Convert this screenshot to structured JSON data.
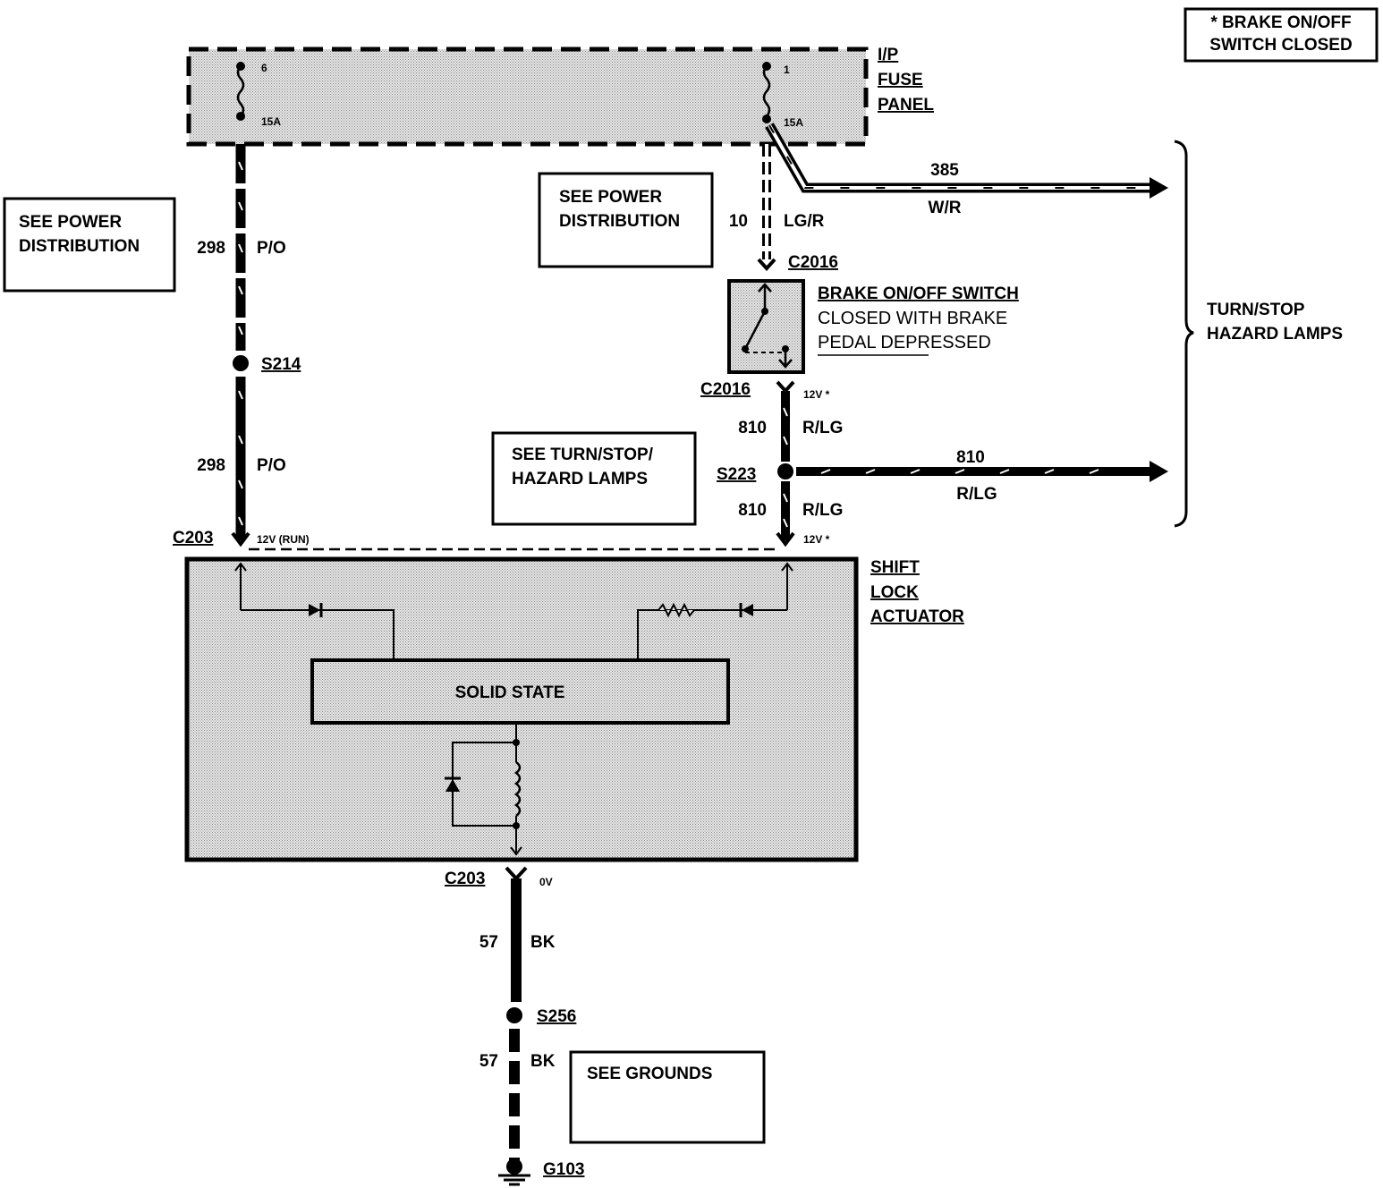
{
  "note": {
    "line1": "* BRAKE ON/OFF",
    "line2": "SWITCH CLOSED"
  },
  "fuse_panel": {
    "line1": "I/P",
    "line2": "FUSE",
    "line3": "PANEL",
    "fuse_left_number": "6",
    "fuse_left_rating": "15A",
    "fuse_right_number": "1",
    "fuse_right_rating": "15A"
  },
  "ref_boxes": {
    "power_left_line1": "SEE POWER",
    "power_left_line2": "DISTRIBUTION",
    "power_mid_line1": "SEE POWER",
    "power_mid_line2": "DISTRIBUTION",
    "turn_line1": "SEE TURN/STOP/",
    "turn_line2": "HAZARD LAMPS",
    "grounds": "SEE GROUNDS"
  },
  "wires": {
    "w298_upper_circuit": "298",
    "w298_upper_color": "P/O",
    "w298_lower_circuit": "298",
    "w298_lower_color": "P/O",
    "w10_circuit": "10",
    "w10_color": "LG/R",
    "w385_circuit": "385",
    "w385_color": "W/R",
    "w810_upper_circuit": "810",
    "w810_upper_color": "R/LG",
    "w810_lower_circuit": "810",
    "w810_lower_color": "R/LG",
    "w810_right_circuit": "810",
    "w810_right_color": "R/LG",
    "w57_upper_circuit": "57",
    "w57_upper_color": "BK",
    "w57_lower_circuit": "57",
    "w57_lower_color": "BK"
  },
  "connectors": {
    "c2016_top": "C2016",
    "c2016_bottom": "C2016",
    "c203_left": "C203",
    "c203_bottom": "C203"
  },
  "splices": {
    "s214": "S214",
    "s223": "S223",
    "s256": "S256"
  },
  "ground": {
    "g103": "G103"
  },
  "voltages": {
    "c2016_out": "12V *",
    "c203_left": "12V (RUN)",
    "c203_right": "12V *",
    "c203_ground": "0V"
  },
  "brake_switch": {
    "line1": "BRAKE ON/OFF SWITCH",
    "line2": "CLOSED WITH BRAKE",
    "line3": "PEDAL DEPRESSED"
  },
  "turn_stop": {
    "line1": "TURN/STOP",
    "line2": "HAZARD LAMPS"
  },
  "actuator": {
    "line1": "SHIFT",
    "line2": "LOCK",
    "line3": "ACTUATOR",
    "module_label": "SOLID STATE"
  }
}
